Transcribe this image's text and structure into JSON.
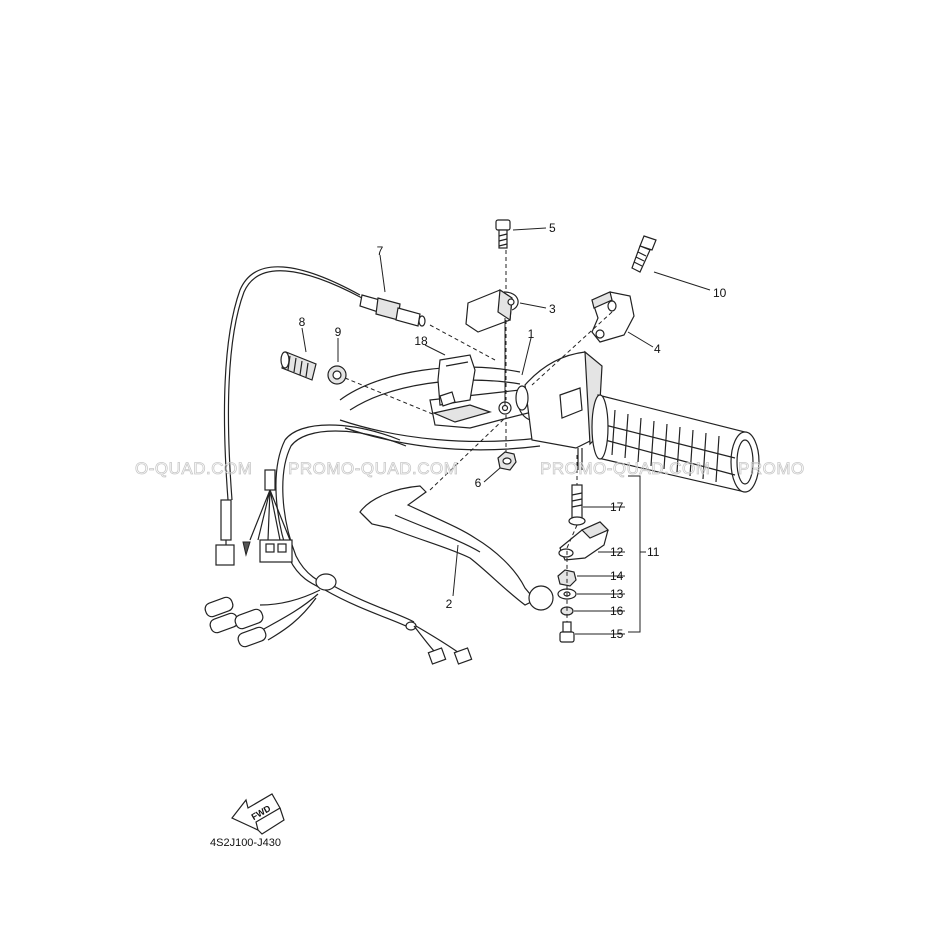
{
  "diagram": {
    "callouts": [
      {
        "id": "1",
        "label": "1"
      },
      {
        "id": "2",
        "label": "2"
      },
      {
        "id": "3",
        "label": "3"
      },
      {
        "id": "4",
        "label": "4"
      },
      {
        "id": "5",
        "label": "5"
      },
      {
        "id": "6",
        "label": "6"
      },
      {
        "id": "7",
        "label": "7"
      },
      {
        "id": "8",
        "label": "8"
      },
      {
        "id": "9",
        "label": "9"
      },
      {
        "id": "10",
        "label": "10"
      },
      {
        "id": "11",
        "label": "11"
      },
      {
        "id": "12",
        "label": "12"
      },
      {
        "id": "13",
        "label": "13"
      },
      {
        "id": "14",
        "label": "14"
      },
      {
        "id": "15",
        "label": "15"
      },
      {
        "id": "16",
        "label": "16"
      },
      {
        "id": "17",
        "label": "17"
      },
      {
        "id": "18",
        "label": "18"
      }
    ],
    "watermarks": [
      "O-QUAD.COM",
      "PROMO-QUAD.COM",
      "PROMO-QUAD.COM",
      "PROMO"
    ],
    "fwd_label": "FWD",
    "drawing_code": "4S2J100-J430"
  }
}
